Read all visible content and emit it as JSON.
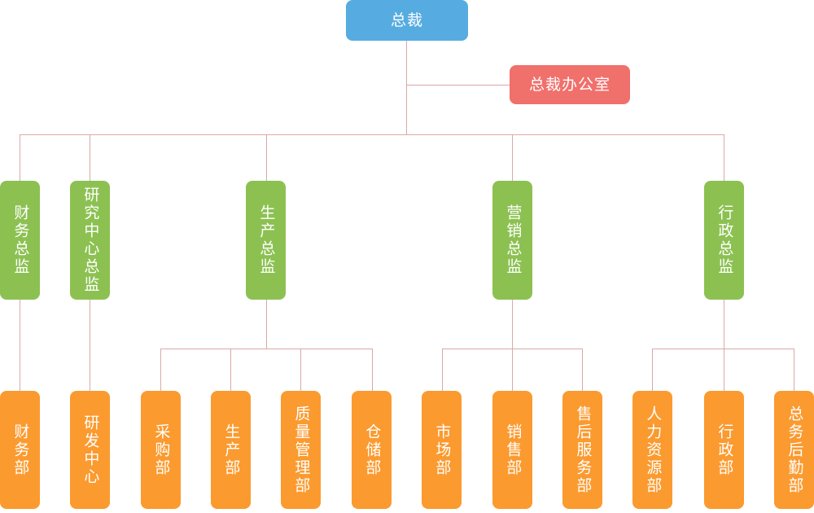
{
  "chart_title": "",
  "palette": {
    "ceo": "#56ace0",
    "office": "#f0706b",
    "director": "#8cc152",
    "department": "#fb9a2f",
    "connector": "#d9a9a6",
    "background": "#ffffff",
    "text": "#ffffff"
  },
  "org": {
    "root": {
      "id": "ceo",
      "label": "总裁"
    },
    "staff": {
      "id": "ceo-office",
      "label": "总裁办公室"
    },
    "directors": [
      {
        "id": "finance-director",
        "label": "财务总监",
        "children": [
          {
            "id": "finance-dept",
            "label": "财务部"
          }
        ]
      },
      {
        "id": "research-center-director",
        "label": "研究中心总监",
        "children": [
          {
            "id": "rd-center",
            "label": "研发中心"
          }
        ]
      },
      {
        "id": "production-director",
        "label": "生产总监",
        "children": [
          {
            "id": "purchasing-dept",
            "label": "采购部"
          },
          {
            "id": "production-dept",
            "label": "生产部"
          },
          {
            "id": "quality-management-dept",
            "label": "质量管理部"
          },
          {
            "id": "warehouse-dept",
            "label": "仓储部"
          }
        ]
      },
      {
        "id": "marketing-director",
        "label": "营销总监",
        "children": [
          {
            "id": "market-dept",
            "label": "市场部"
          },
          {
            "id": "sales-dept",
            "label": "销售部"
          },
          {
            "id": "after-sales-service-dept",
            "label": "售后服务部"
          }
        ]
      },
      {
        "id": "administration-director",
        "label": "行政总监",
        "children": [
          {
            "id": "human-resources-dept",
            "label": "人力资源部"
          },
          {
            "id": "administration-dept",
            "label": "行政部"
          },
          {
            "id": "general-affairs-logistics-dept",
            "label": "总务后勤部"
          }
        ]
      }
    ]
  }
}
